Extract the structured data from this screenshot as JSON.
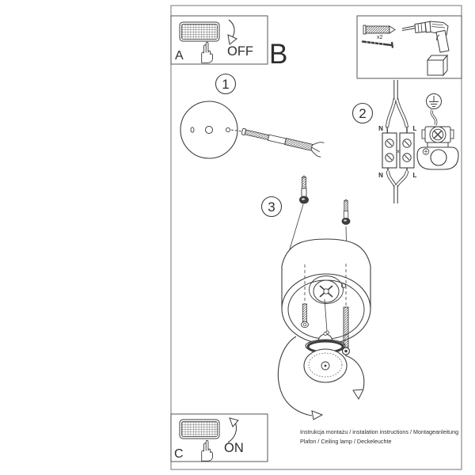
{
  "colors": {
    "ink": "#3d3d3d",
    "page_border": "#8c8c8c",
    "background": "#ffffff"
  },
  "panels": {
    "switch_off": {
      "letter": "A",
      "state": "OFF"
    },
    "section": {
      "letter": "B"
    },
    "tools": {
      "anchor_count": "x2"
    },
    "switch_on": {
      "letter": "C",
      "state": "ON"
    }
  },
  "steps": {
    "one": "1",
    "two": "2",
    "three": "3"
  },
  "wiring": {
    "neutral": "N",
    "live": "L",
    "junction": "x"
  },
  "footer": {
    "line1": "Instrukcja montażu / instalation instructions / Montageanleitung",
    "line2": "Plafon / Ceiling lamp / Deckeleuchte"
  }
}
